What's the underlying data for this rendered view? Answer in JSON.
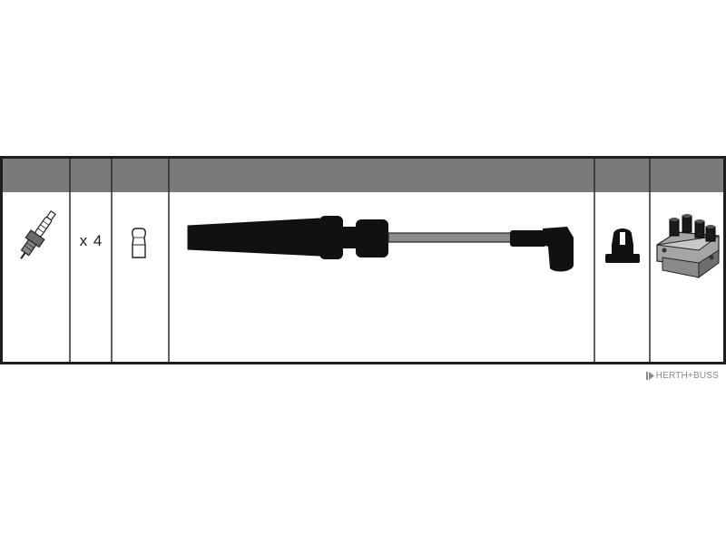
{
  "diagram": {
    "quantity_label": "x 4",
    "colors": {
      "frame": "#1e1e1e",
      "header_band": "#7a7a7a",
      "cable": "#8c8c8c",
      "part_fill": "#111111",
      "coil_fill": "#9a9a9a"
    },
    "cells": [
      {
        "icon": "spark-plug-icon"
      },
      {
        "icon": "quantity-text"
      },
      {
        "icon": "terminal-cap-icon"
      },
      {
        "icon": "ignition-cable-icon"
      },
      {
        "icon": "coil-terminal-cap-icon"
      },
      {
        "icon": "ignition-coil-icon"
      }
    ]
  },
  "brand": {
    "name": "HERTH+BUSS"
  }
}
